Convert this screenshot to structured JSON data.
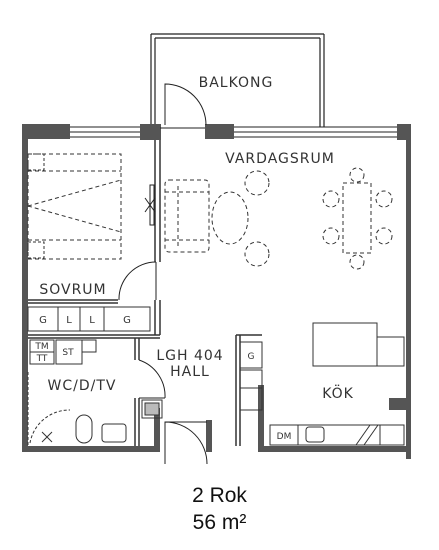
{
  "rooms": {
    "balcony": "BALKONG",
    "living": "VARDAGSRUM",
    "bedroom": "SOVRUM",
    "apartment": "LGH 404",
    "hall": "HALL",
    "bathroom": "WC/D/TV",
    "kitchen": "KÖK"
  },
  "fixtures": {
    "g": "G",
    "l": "L",
    "tm": "TM",
    "tt": "TT",
    "st": "ST",
    "dm": "DM"
  },
  "caption": {
    "type": "2 Rok",
    "area": "56 m²"
  }
}
